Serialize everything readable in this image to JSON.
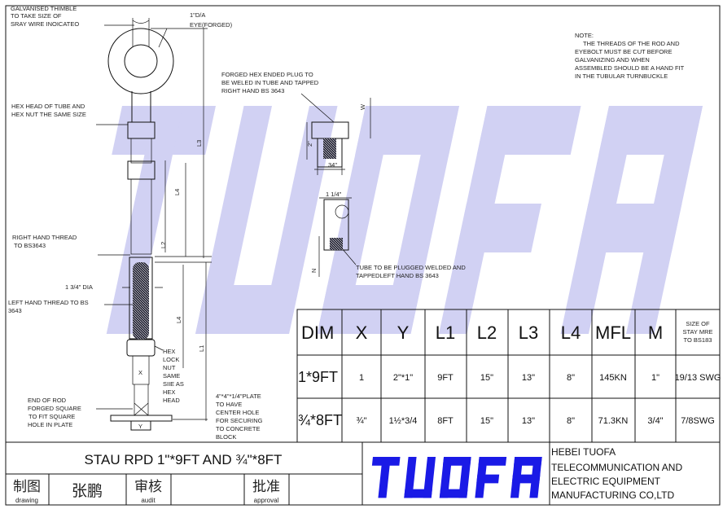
{
  "watermark": "TUOFA",
  "colors": {
    "brand_blue": "#1a1ae6",
    "watermark": "#c9c9f2"
  },
  "labels": {
    "thimble": [
      "GALVANISED THIMBLE",
      "TO TAKE SIZE OF",
      "SRAY WIRE INOICATEO"
    ],
    "eye": [
      "1\"D/A",
      "EYE(FORGED)"
    ],
    "hex_head": [
      "HEX HEAD OF TUBE AND",
      "HEX NUT THE SAME SIZE"
    ],
    "forged_plug": [
      "FORGED HEX ENDED PLUG TO",
      "BE WELED IN TUBE AND TAPPED",
      "RIGHT HAND BS 3643"
    ],
    "note": [
      "NOTE:",
      "THE THREADS OF THE ROD AND",
      "EYEBOLT MUST BE CUT BEFORE",
      "GALVANIZING AND WHEN",
      "ASSEMBLED SHOULD BE A HAND FIT",
      "IN THE TUBULAR TURNBUCKLE"
    ],
    "right_thread": [
      "RIGHT HAND THREAD",
      "TO BS3643"
    ],
    "dia": "1 3/4\" DIA",
    "left_thread": [
      "LEFT HAND THREAD TO BS",
      "3643"
    ],
    "lock_nut": [
      "HEX",
      "LOCK",
      "NUT",
      "SAME",
      "SIIE AS",
      "HEX",
      "HEAD"
    ],
    "end_rod": [
      "END OF ROD",
      "FORGED SQUARE",
      "TO FIT SQUARE",
      "HOLE IN PLATE"
    ],
    "plate": [
      "4\"*4\"*1/4\"PLATE",
      "TO HAVE",
      "CENTER HOLE",
      "FOR SECURING",
      "TO CONCRETE",
      "BLOCK"
    ],
    "tube_plug": [
      "TUBE TO BE PLUGGED WELDED AND",
      "TAPPEDLEFT HAND BS 3643"
    ],
    "dims": {
      "L1": "L1",
      "L2": "L2",
      "L3": "L3",
      "L4": "L4",
      "L4b": "L4",
      "X": "X",
      "Y": "Y",
      "W": "W",
      "two": "2\"",
      "three_four": "34\"",
      "one_quarter": "1 1/4\"",
      "N": "N"
    }
  },
  "table": {
    "headers": [
      "DIM",
      "X",
      "Y",
      "L1",
      "L2",
      "L3",
      "L4",
      "MFL",
      "M",
      "SIZE OF",
      "STAY MRE",
      "TO BS183"
    ],
    "rows": [
      [
        "1*9FT",
        "1",
        "2\"*1\"",
        "9FT",
        "15\"",
        "13\"",
        "8\"",
        "145KN",
        "1\"",
        "19/13 SWG"
      ],
      [
        "¾*8FT",
        "¾\"",
        "1½*3/4",
        "8FT",
        "15\"",
        "13\"",
        "8\"",
        "71.3KN",
        "3/4\"",
        "7/8SWG"
      ]
    ]
  },
  "title_block": {
    "title": "STAU RPD 1\"*9FT AND ¾\"*8FT",
    "drawing_cn": "制图",
    "drawing_en": "drawing",
    "drawer": "张鹏",
    "audit_cn": "审核",
    "audit_en": "audit",
    "approval_cn": "批准",
    "approval_en": "approval",
    "logo": "TUOFA",
    "company": [
      "HEBEI TUOFA",
      "TELECOMMUNICATION AND",
      "ELECTRIC EQUIPMENT",
      "MANUFACTURING CO,LTD"
    ]
  }
}
